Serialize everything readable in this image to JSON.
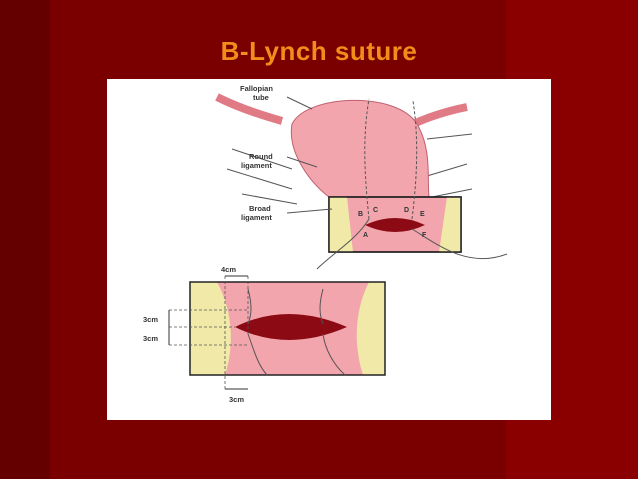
{
  "slide": {
    "title": "B-Lynch suture"
  },
  "diagram": {
    "labels": {
      "fallopian_line1": "Fallopian",
      "fallopian_line2": "tube",
      "round_line1": "Round",
      "round_line2": "ligament",
      "broad_line1": "Broad",
      "broad_line2": "ligament"
    },
    "points": {
      "A": "A",
      "B": "B",
      "C": "C",
      "D": "D",
      "E": "E",
      "F": "F"
    },
    "measurements": {
      "top": "4cm",
      "left_upper": "3cm",
      "left_lower": "3cm",
      "bottom": "3cm"
    }
  },
  "colors": {
    "background": "#7a0000",
    "title": "#f28c1a",
    "uterus": "#f2a5ad",
    "incision": "#8b0a14",
    "ligament": "#f0e9a8"
  }
}
